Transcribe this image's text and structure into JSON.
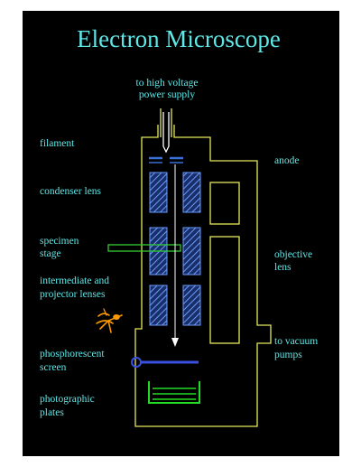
{
  "title": "Electron Microscope",
  "labels": {
    "hv_line1": "to high voltage",
    "hv_line2": "power supply",
    "filament": "filament",
    "anode": "anode",
    "condenser": "condenser lens",
    "specimen_line1": "specimen",
    "specimen_line2": "stage",
    "objective_line1": "objective",
    "objective_line2": "lens",
    "intermediate_line1": "intermediate and",
    "intermediate_line2": "projector lenses",
    "vacuum_line1": "to vacuum",
    "vacuum_line2": "pumps",
    "phosphor_line1": "phosphorescent",
    "phosphor_line2": "screen",
    "plates_line1": "photographic",
    "plates_line2": "plates"
  },
  "colors": {
    "background": "#000000",
    "text": "#5ee8e8",
    "column_outline": "#e6e65a",
    "lens_hatch": "#3a6ed8",
    "beam": "#ffffff",
    "specimen_stage": "#33cc33",
    "filament_bar": "#3a6ed8",
    "screen": "#3a50e0",
    "plates": "#22dd22",
    "observer": "#ff9900"
  }
}
